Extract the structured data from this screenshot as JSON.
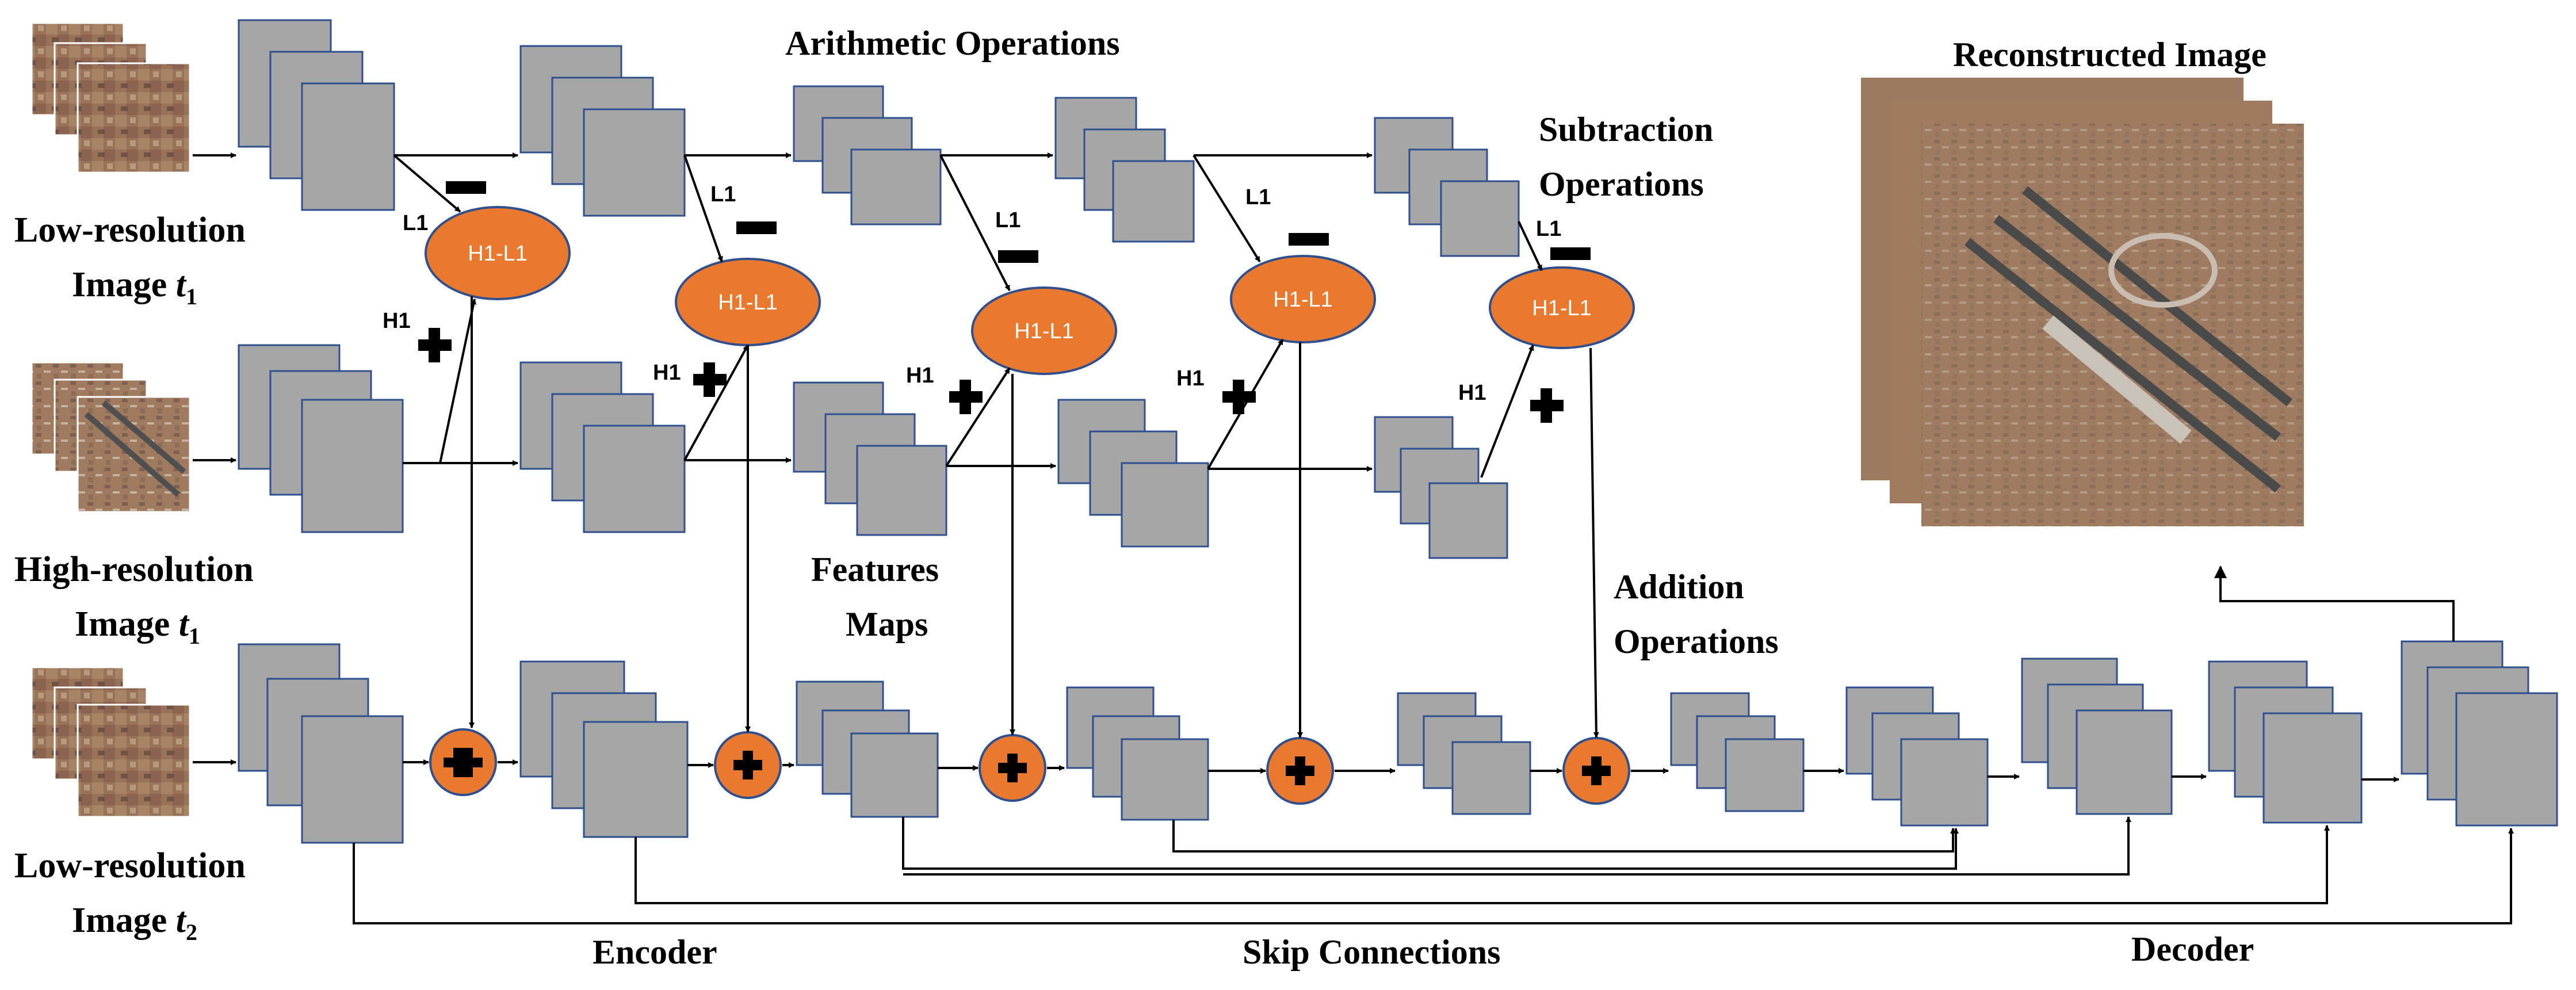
{
  "labels": {
    "low_res_t1_line1": "Low-resolution",
    "low_res_t1_line2": "Image",
    "high_res_t1_line1": "High-resolution",
    "high_res_t1_line2": "Image",
    "low_res_t2_line1": "Low-resolution",
    "low_res_t2_line2": "Image",
    "t_var": "t",
    "sub_1": "1",
    "sub_2": "2",
    "arithmetic_operations": "Arithmetic Operations",
    "subtraction_line1": "Subtraction",
    "subtraction_line2": "Operations",
    "features_line1": "Features",
    "features_line2": "Maps",
    "addition_line1": "Addition",
    "addition_line2": "Operations",
    "reconstructed_image": "Reconstructed Image",
    "encoder": "Encoder",
    "skip_connections": "Skip Connections",
    "decoder": "Decoder",
    "l1": "L1",
    "h1": "H1",
    "op_label": "H1-L1"
  },
  "colors": {
    "feature_map_fill": "#a6a6a6",
    "feature_map_border": "#2f4f8f",
    "operation_orange": "#e8792f"
  },
  "icons": {
    "minus": "minus-sign-icon",
    "plus": "plus-sign-icon"
  }
}
